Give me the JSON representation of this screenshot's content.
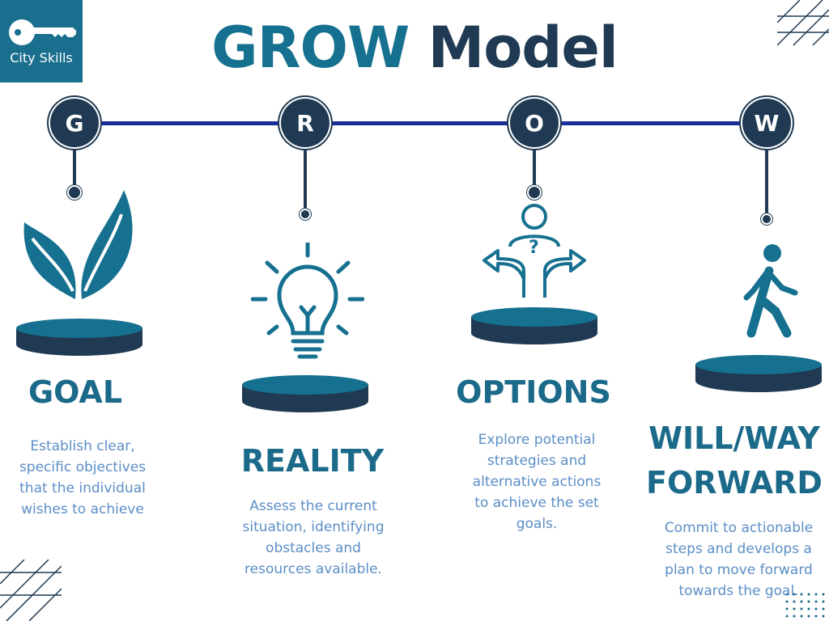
{
  "logo": {
    "text": "City Skills",
    "icon": "key-icon"
  },
  "title": {
    "part1": "GROW",
    "part2": "Model"
  },
  "steps": [
    {
      "letter": "G",
      "heading": "GOAL",
      "description": "Establish clear, specific objectives that the individual wishes to achieve",
      "icon": "leaf-icon"
    },
    {
      "letter": "R",
      "heading": "REALITY",
      "description": "Assess the current situation, identifying obstacles and resources available.",
      "icon": "lightbulb-icon"
    },
    {
      "letter": "O",
      "heading": "OPTIONS",
      "description": "Explore potential strategies and alternative actions to achieve the set goals.",
      "icon": "decision-person-icon"
    },
    {
      "letter": "W",
      "heading_line1": "WILL/WAY",
      "heading_line2": "FORWARD",
      "description": "Commit to actionable steps and develops a plan to move forward towards the goal.",
      "icon": "walking-person-icon"
    }
  ],
  "colors": {
    "teal": "#16708f",
    "navy": "#1f3a52",
    "line": "#1a2f9a",
    "text": "#5b8ec6"
  }
}
